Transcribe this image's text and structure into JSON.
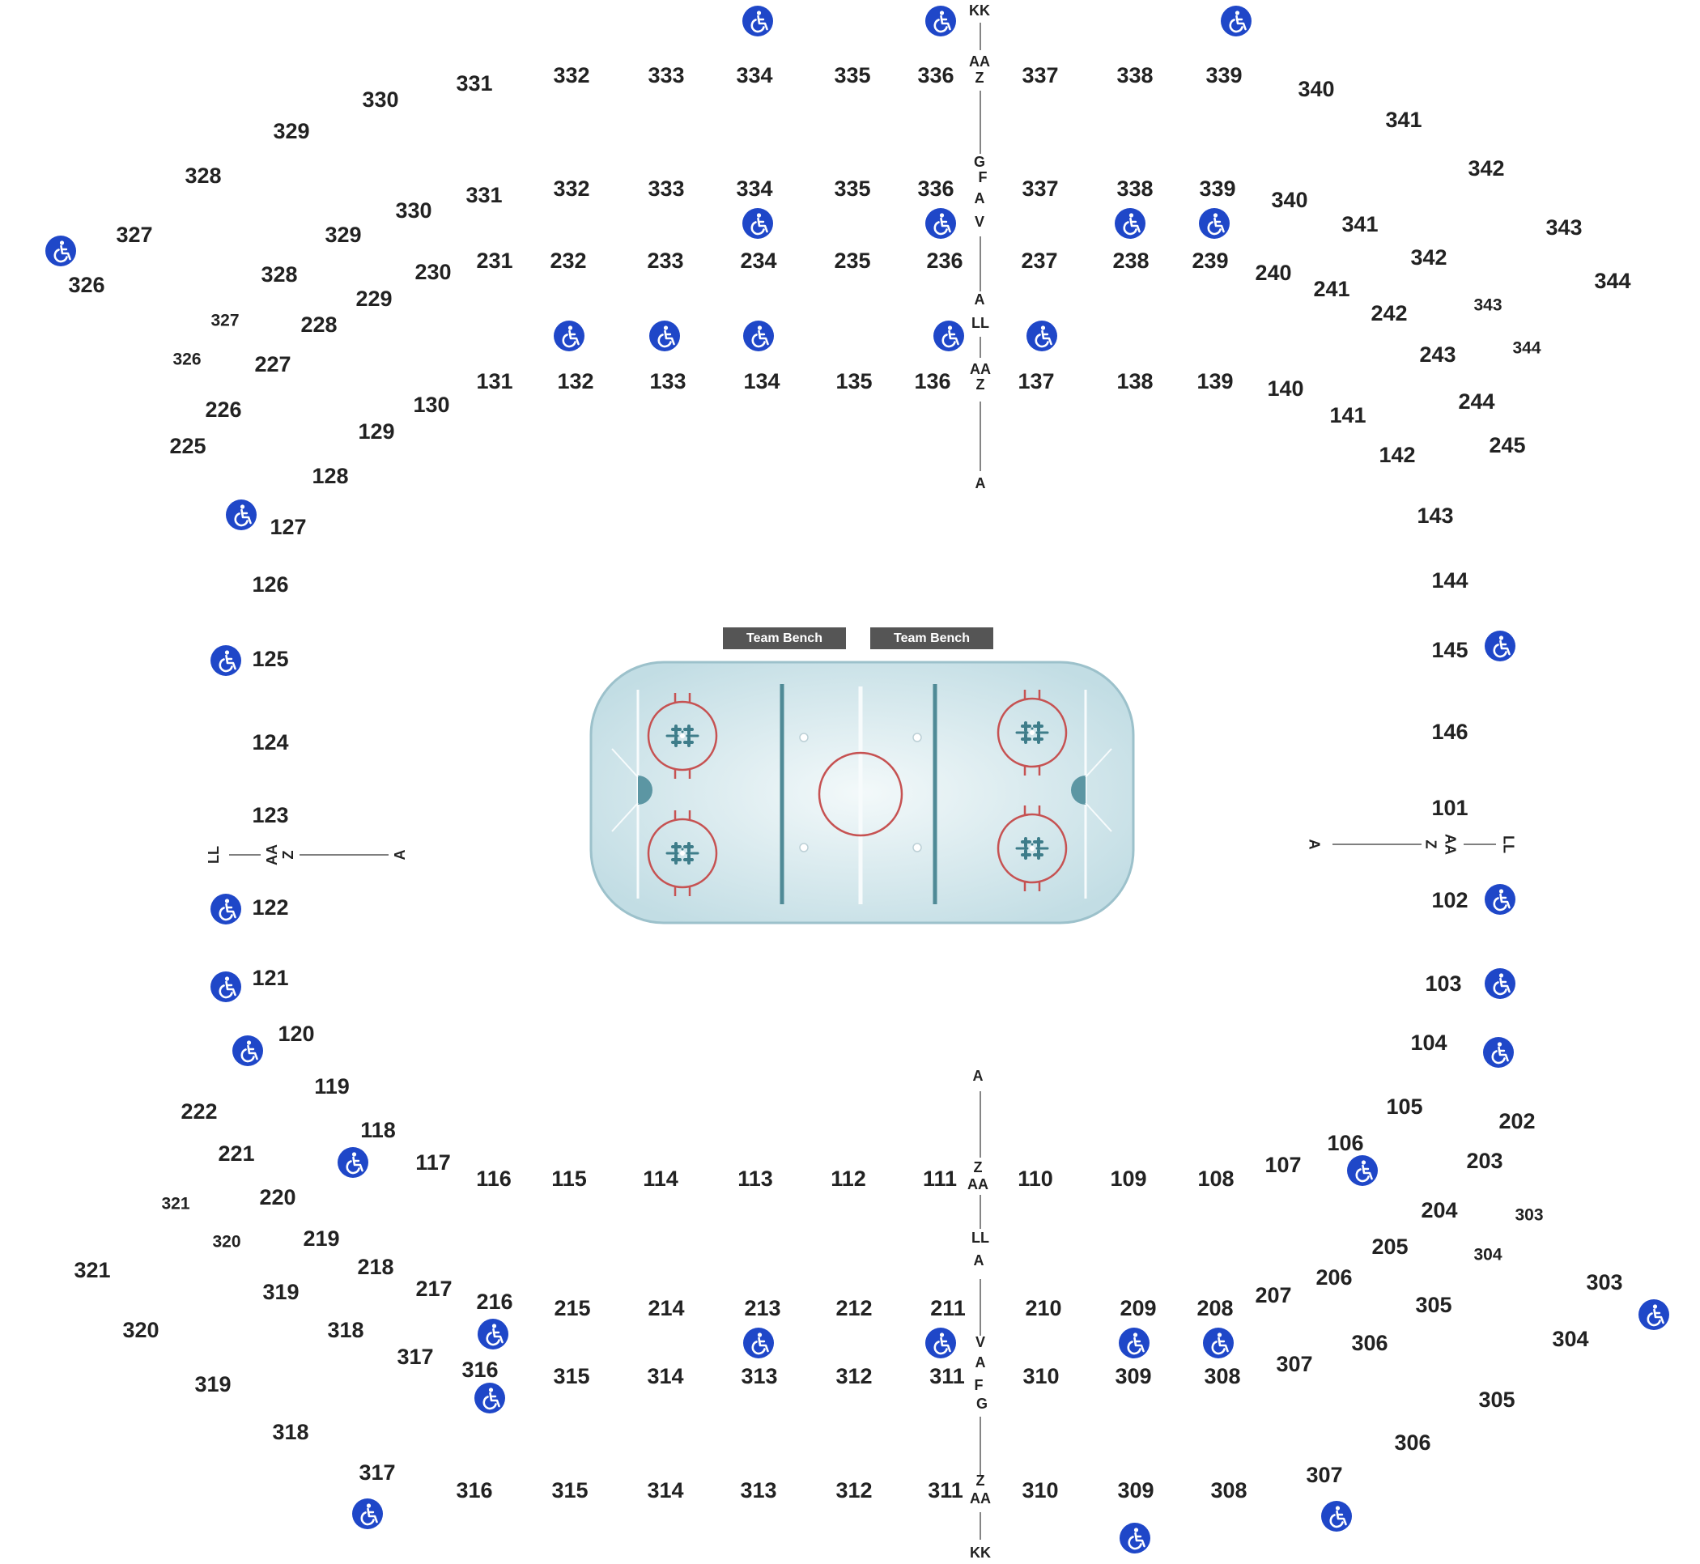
{
  "colors": {
    "ice_center": "#eef6f8",
    "ice_edge": "#bcd9e0",
    "board": "#9cc1cb",
    "red": "#c65252",
    "blue_line": "#4f8a96",
    "faceoff_mark": "#3e7d8a",
    "bench": "#555555",
    "ada": "#1f47c8",
    "text": "#222222"
  },
  "rink": {
    "benches": [
      "Team Bench",
      "Team Bench"
    ]
  },
  "sections": {
    "level_300_top": [
      "326",
      "327",
      "328",
      "329",
      "330",
      "331",
      "332",
      "333",
      "334",
      "335",
      "336",
      "337",
      "338",
      "339",
      "340",
      "341",
      "342",
      "343",
      "344"
    ],
    "level_300_mid": [
      "326",
      "327",
      "328",
      "329",
      "330",
      "331",
      "332",
      "333",
      "334",
      "335",
      "336",
      "337",
      "338",
      "339",
      "340",
      "341",
      "342",
      "343",
      "344"
    ],
    "level_200_top": [
      "225",
      "226",
      "227",
      "228",
      "229",
      "230",
      "231",
      "232",
      "233",
      "234",
      "235",
      "236",
      "237",
      "238",
      "239",
      "240",
      "241",
      "242",
      "243",
      "244",
      "245"
    ],
    "level_100": [
      "101",
      "102",
      "103",
      "104",
      "105",
      "106",
      "107",
      "108",
      "109",
      "110",
      "111",
      "112",
      "113",
      "114",
      "115",
      "116",
      "117",
      "118",
      "119",
      "120",
      "121",
      "122",
      "123",
      "124",
      "125",
      "126",
      "127",
      "128",
      "129",
      "130",
      "131",
      "132",
      "133",
      "134",
      "135",
      "136",
      "137",
      "138",
      "139",
      "140",
      "141",
      "142",
      "143",
      "144",
      "145",
      "146"
    ],
    "level_200_bottom": [
      "202",
      "203",
      "204",
      "205",
      "206",
      "207",
      "208",
      "209",
      "210",
      "211",
      "212",
      "213",
      "214",
      "215",
      "216",
      "217",
      "218",
      "219",
      "220",
      "221",
      "222"
    ],
    "level_300_lower_mid": [
      "303",
      "304",
      "305",
      "306",
      "307",
      "308",
      "309",
      "310",
      "311",
      "312",
      "313",
      "314",
      "315",
      "316",
      "317",
      "318",
      "319",
      "320",
      "321"
    ],
    "level_300_bottom": [
      "303",
      "304",
      "305",
      "306",
      "307",
      "308",
      "309",
      "310",
      "311",
      "312",
      "313",
      "314",
      "315",
      "316",
      "317",
      "318",
      "319",
      "320",
      "321"
    ]
  },
  "row_labels": {
    "top": [
      "KK",
      "AA",
      "Z",
      "G",
      "F",
      "A",
      "V",
      "A",
      "LL",
      "AA",
      "Z",
      "A"
    ],
    "bottom": [
      "A",
      "Z",
      "AA",
      "LL",
      "A",
      "V",
      "A",
      "F",
      "G",
      "Z",
      "AA",
      "KK"
    ],
    "left": [
      "LL",
      "AA",
      "Z",
      "A"
    ],
    "right": [
      "A",
      "Z",
      "AA",
      "LL"
    ]
  },
  "icons": {
    "accessible": "wheelchair-icon"
  }
}
